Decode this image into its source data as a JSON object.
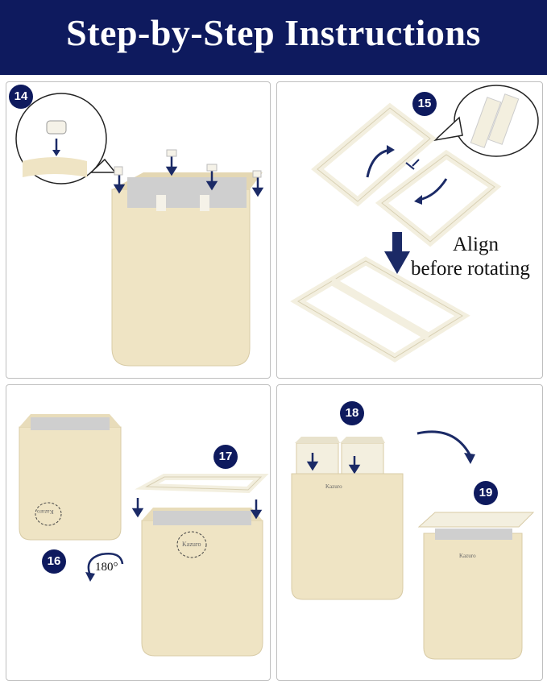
{
  "header": {
    "title": "Step-by-Step Instructions"
  },
  "steps": {
    "s14": "14",
    "s15": "15",
    "s16": "16",
    "s17": "17",
    "s18": "18",
    "s19": "19"
  },
  "panel15": {
    "align_line1": "Align",
    "align_line2": "before rotating"
  },
  "panel16": {
    "rotate_label": "180°"
  },
  "brand": "Kazuro",
  "colors": {
    "header_bg": "#0e1a5e",
    "bin": "#efe4c4",
    "frame": "#f3efdf",
    "arrow": "#1b2a66"
  }
}
